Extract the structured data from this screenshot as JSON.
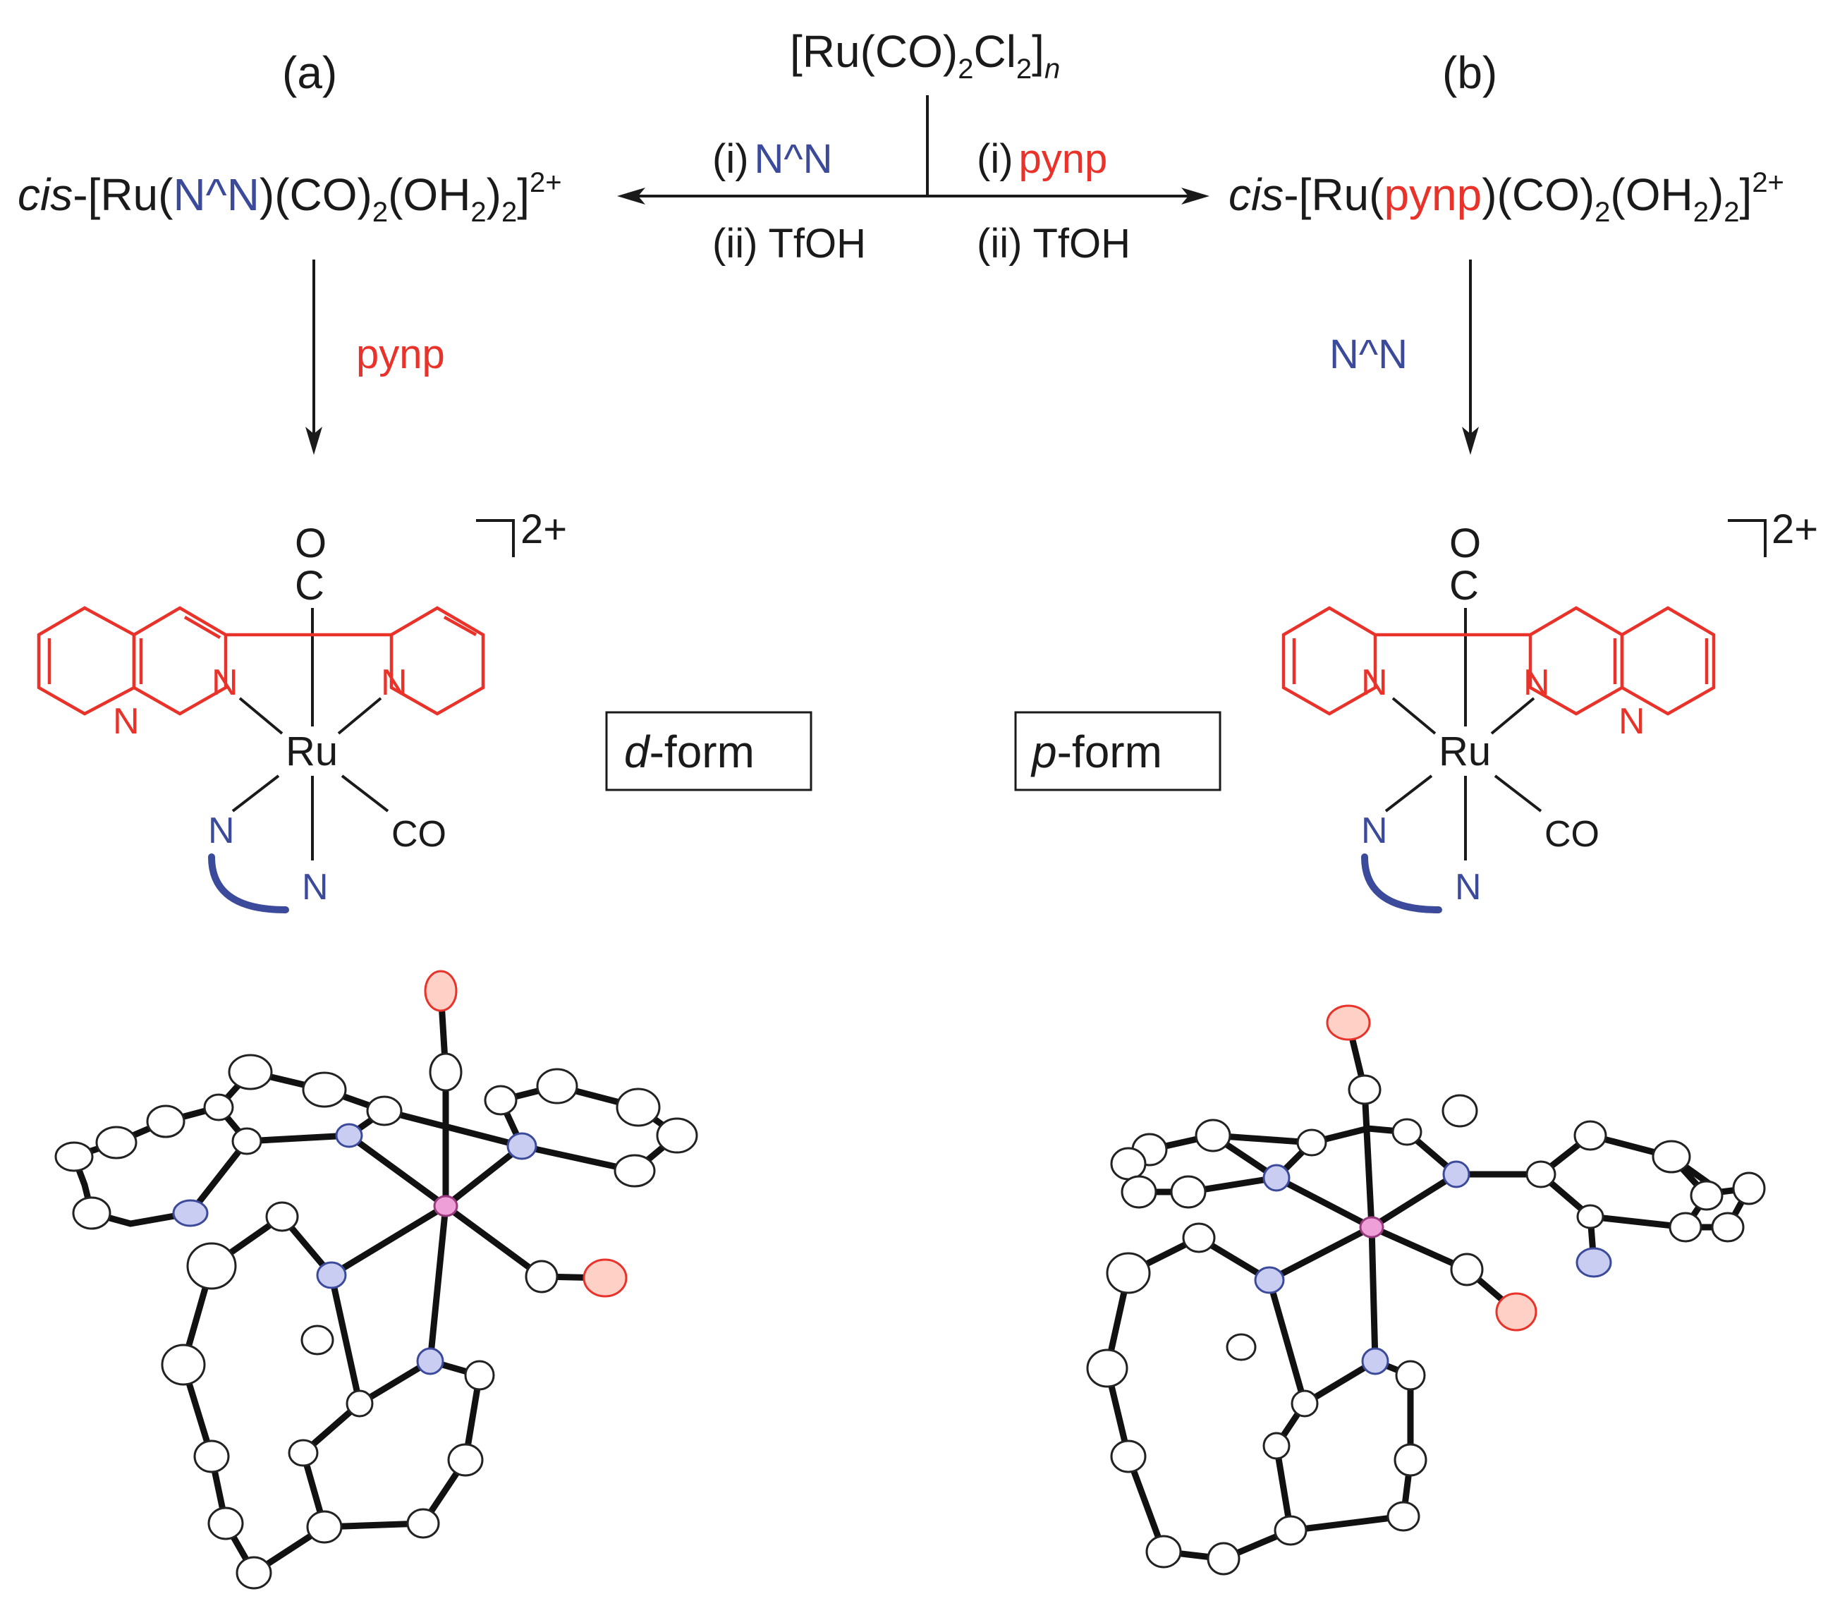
{
  "scheme": {
    "panel_a_label": "(a)",
    "panel_b_label": "(b)",
    "start_prefix": "[Ru(CO)",
    "start_sub1": "2",
    "start_mid": "Cl",
    "start_sub2": "2",
    "start_suffix": "]",
    "start_n": "n",
    "left_step1_prefix": "(i)",
    "left_step1_reagent": "N^N",
    "left_step2": "(ii) TfOH",
    "right_step1_prefix": "(i)",
    "right_step1_reagent": "pynp",
    "right_step2": "(ii) TfOH",
    "intermediate_a": {
      "cis": "cis",
      "pre": "-[Ru(",
      "ligand": "N^N",
      "post1": ")(CO)",
      "s1": "2",
      "post2": "(OH",
      "s2": "2",
      "post3": ")",
      "s3": "2",
      "post4": "]",
      "charge": "2+"
    },
    "intermediate_b": {
      "cis": "cis",
      "pre": "-[Ru(",
      "ligand": "pynp",
      "post1": ")(CO)",
      "s1": "2",
      "post2": "(OH",
      "s2": "2",
      "post3": ")",
      "s3": "2",
      "post4": "]",
      "charge": "2+"
    },
    "down_reagent_a": "pynp",
    "down_reagent_b": "N^N",
    "product_charge": "2+",
    "atom_O": "O",
    "atom_C": "C",
    "atom_N": "N",
    "atom_Ru": "Ru",
    "atom_CO": "CO",
    "form_a_italic": "d",
    "form_a_rest": "-form",
    "form_b_italic": "p",
    "form_b_rest": "-form"
  },
  "colors": {
    "ligand_pynp": "#e8322a",
    "ligand_NN": "#3b4a9a",
    "text": "#1a1a1a"
  }
}
